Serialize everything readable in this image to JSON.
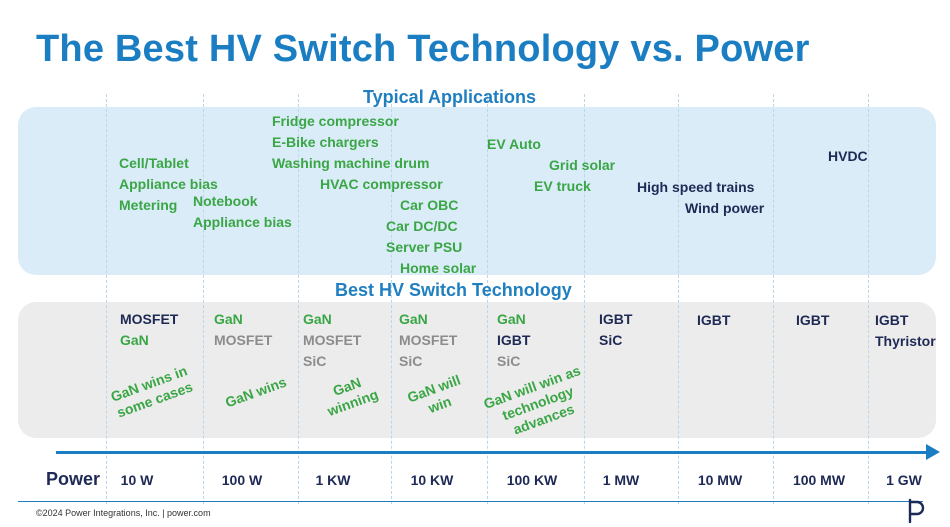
{
  "title": "The Best HV Switch Technology vs. Power",
  "applications_heading": "Typical Applications",
  "technology_heading": "Best HV Switch Technology",
  "applications": [
    {
      "text": "Cell/Tablet",
      "tone": "green"
    },
    {
      "text": "Appliance bias",
      "tone": "green"
    },
    {
      "text": "Metering",
      "tone": "green"
    },
    {
      "text": "Notebook",
      "tone": "green"
    },
    {
      "text": "Appliance bias",
      "tone": "green"
    },
    {
      "text": "Fridge compressor",
      "tone": "green"
    },
    {
      "text": "E-Bike chargers",
      "tone": "green"
    },
    {
      "text": "Washing machine drum",
      "tone": "green"
    },
    {
      "text": "HVAC compressor",
      "tone": "green"
    },
    {
      "text": "Car OBC",
      "tone": "green"
    },
    {
      "text": "Car DC/DC",
      "tone": "green"
    },
    {
      "text": "Server PSU",
      "tone": "green"
    },
    {
      "text": "Home solar",
      "tone": "green"
    },
    {
      "text": "EV Auto",
      "tone": "green"
    },
    {
      "text": "Grid solar",
      "tone": "green"
    },
    {
      "text": "EV truck",
      "tone": "green"
    },
    {
      "text": "High speed trains",
      "tone": "dark"
    },
    {
      "text": "Wind power",
      "tone": "dark"
    },
    {
      "text": "HVDC",
      "tone": "dark"
    }
  ],
  "technologies": [
    {
      "items": [
        {
          "text": "MOSFET",
          "tone": "dark"
        },
        {
          "text": "GaN",
          "tone": "green"
        }
      ],
      "note": "GaN wins in some cases"
    },
    {
      "items": [
        {
          "text": "GaN",
          "tone": "green"
        },
        {
          "text": "MOSFET",
          "tone": "gray"
        }
      ],
      "note": "GaN wins"
    },
    {
      "items": [
        {
          "text": "GaN",
          "tone": "green"
        },
        {
          "text": "MOSFET",
          "tone": "gray"
        },
        {
          "text": "SiC",
          "tone": "gray"
        }
      ],
      "note": "GaN winning"
    },
    {
      "items": [
        {
          "text": "GaN",
          "tone": "green"
        },
        {
          "text": "MOSFET",
          "tone": "gray"
        },
        {
          "text": "SiC",
          "tone": "gray"
        }
      ],
      "note": "GaN will win"
    },
    {
      "items": [
        {
          "text": "GaN",
          "tone": "green"
        },
        {
          "text": "IGBT",
          "tone": "dark"
        },
        {
          "text": "SiC",
          "tone": "gray"
        }
      ],
      "note": "GaN will win as technology advances"
    },
    {
      "items": [
        {
          "text": "IGBT",
          "tone": "dark"
        },
        {
          "text": "SiC",
          "tone": "dark"
        }
      ],
      "note": ""
    },
    {
      "items": [
        {
          "text": "IGBT",
          "tone": "dark"
        }
      ],
      "note": ""
    },
    {
      "items": [
        {
          "text": "IGBT",
          "tone": "dark"
        }
      ],
      "note": ""
    },
    {
      "items": [
        {
          "text": "IGBT",
          "tone": "dark"
        },
        {
          "text": "Thyristor",
          "tone": "dark"
        }
      ],
      "note": ""
    }
  ],
  "axis": {
    "label": "Power",
    "ticks": [
      "10 W",
      "100 W",
      "1 KW",
      "10 KW",
      "100 KW",
      "1 MW",
      "10 MW",
      "100 MW",
      "1 GW"
    ]
  },
  "footer": "©2024 Power Integrations, Inc.  |  power.com",
  "colors": {
    "title": "#1b7ec2",
    "green": "#3aa645",
    "dark": "#1e2a55",
    "gray": "#8c8c8c",
    "apps_panel": "#d9ecf7",
    "tech_panel": "#ececec"
  },
  "logo_icon": "power-integrations-logo-icon"
}
